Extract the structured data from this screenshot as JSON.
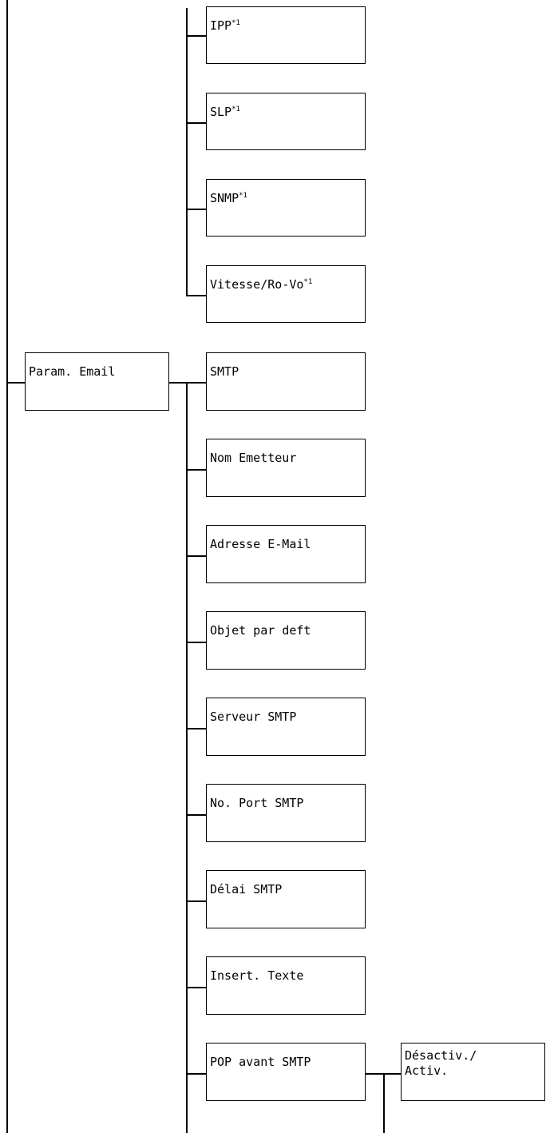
{
  "footnote_mark": "*1",
  "network_items": [
    {
      "label": "IPP",
      "mark": true
    },
    {
      "label": "SLP",
      "mark": true
    },
    {
      "label": "SNMP",
      "mark": true
    },
    {
      "label": "Vitesse/Ro-Vo",
      "mark": true
    }
  ],
  "email_menu": {
    "label": "Param. Email"
  },
  "email_items": [
    {
      "label": "SMTP"
    },
    {
      "label": "Nom Emetteur"
    },
    {
      "label": "Adresse E-Mail"
    },
    {
      "label": "Objet par deft"
    },
    {
      "label": "Serveur SMTP"
    },
    {
      "label": "No. Port SMTP"
    },
    {
      "label": "Délai SMTP"
    },
    {
      "label": "Insert. Texte"
    },
    {
      "label": "POP avant SMTP"
    }
  ],
  "pop_option": {
    "line1": "Désactiv./",
    "line2": "Activ."
  }
}
